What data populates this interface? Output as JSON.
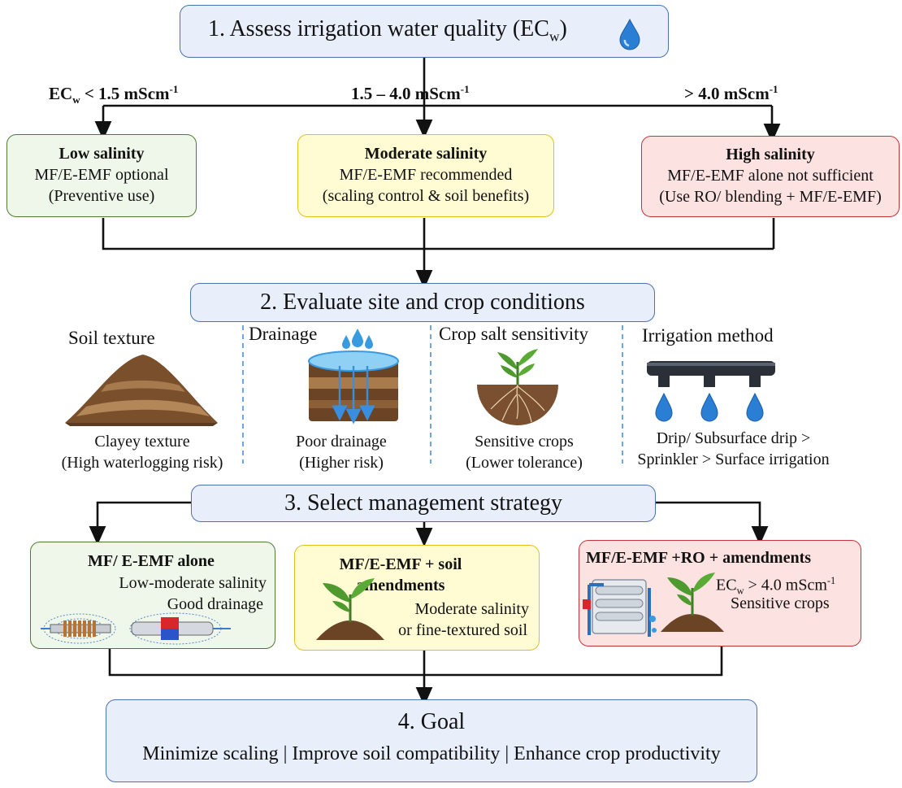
{
  "step1": {
    "title": "1.  Assess irrigation water quality (EC",
    "sub": "w",
    "close": ")"
  },
  "branches": {
    "left": {
      "pre": "EC",
      "sub": "w",
      "mid": " < 1.5 mScm",
      "sup": "-1"
    },
    "middle": {
      "pre": "1.5 – 4.0 mScm",
      "sup": "-1"
    },
    "right": {
      "pre": "> 4.0 mScm",
      "sup": "-1"
    }
  },
  "salinity": {
    "low": {
      "title": "Low salinity",
      "line1": "MF/E-EMF optional",
      "line2": "(Preventive use)"
    },
    "moderate": {
      "title": "Moderate salinity",
      "line1": "MF/E-EMF recommended",
      "line2": "(scaling control & soil benefits)"
    },
    "high": {
      "title": "High salinity",
      "line1": "MF/E-EMF alone not sufficient",
      "line2": "(Use RO/ blending + MF/E-EMF)"
    }
  },
  "step2": {
    "title": "2.  Evaluate site and crop conditions"
  },
  "conditions": {
    "soil": {
      "heading": "Soil texture",
      "line1": "Clayey texture",
      "line2": "(High waterlogging risk)"
    },
    "drainage": {
      "heading": "Drainage",
      "line1": "Poor drainage",
      "line2": "(Higher risk)"
    },
    "crop": {
      "heading": "Crop salt sensitivity",
      "line1": "Sensitive crops",
      "line2": "(Lower tolerance)"
    },
    "irrigation": {
      "heading": "Irrigation method",
      "line1": "Drip/ Subsurface drip >",
      "line2": "Sprinkler > Surface irrigation"
    }
  },
  "step3": {
    "title": "3.  Select management strategy"
  },
  "strategies": {
    "alone": {
      "title": "MF/ E-EMF alone",
      "line1": "Low-moderate salinity",
      "line2": "Good drainage"
    },
    "soil": {
      "title1": "MF/E-EMF + soil",
      "title2": "amendments",
      "line1": "Moderate salinity",
      "line2": "or fine-textured soil"
    },
    "ro": {
      "title": "MF/E-EMF +RO + amendments",
      "ec_pre": "EC",
      "ec_sub": "w",
      "ec_mid": " > 4.0 mScm",
      "ec_sup": "-1",
      "line2": "Sensitive crops"
    }
  },
  "step4": {
    "title": "4. Goal",
    "subtitle": "Minimize scaling | Improve soil compatibility | Enhance crop productivity"
  },
  "icons": [
    "water-drop-icon",
    "soil-pile-icon",
    "drainage-soil-icon",
    "plant-root-icon",
    "drip-pipe-icon",
    "magnet-coil-icon",
    "plant-soil-icon",
    "ro-unit-icon"
  ],
  "colors": {
    "blue_box": "#e8eefa",
    "green_box": "#eef7ea",
    "yellow_box": "#fffbd3",
    "red_box": "#fde2e2",
    "drop": "#2a7fd4"
  }
}
